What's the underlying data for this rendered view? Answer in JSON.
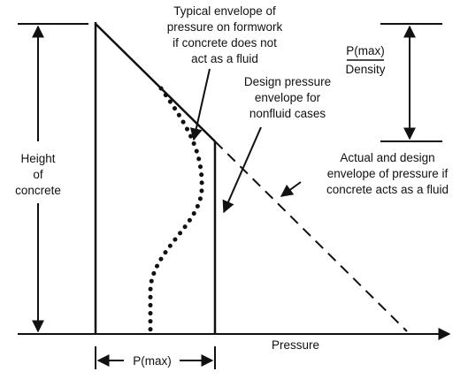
{
  "labels": {
    "height_line1": "Height",
    "height_line2": "of",
    "height_line3": "concrete",
    "typical_line1": "Typical envelope of",
    "typical_line2": "pressure on formwork",
    "typical_line3": "if concrete does not",
    "typical_line4": "act as a fluid",
    "design_line1": "Design pressure",
    "design_line2": "envelope for",
    "design_line3": "nonfluid cases",
    "actual_line1": "Actual and design",
    "actual_line2": "envelope of pressure if",
    "actual_line3": "concrete acts as a fluid",
    "pmax_fraction_numerator": "P(max)",
    "pmax_fraction_denominator": "Density",
    "pressure_axis": "Pressure",
    "pmax_width": "P(max)"
  }
}
